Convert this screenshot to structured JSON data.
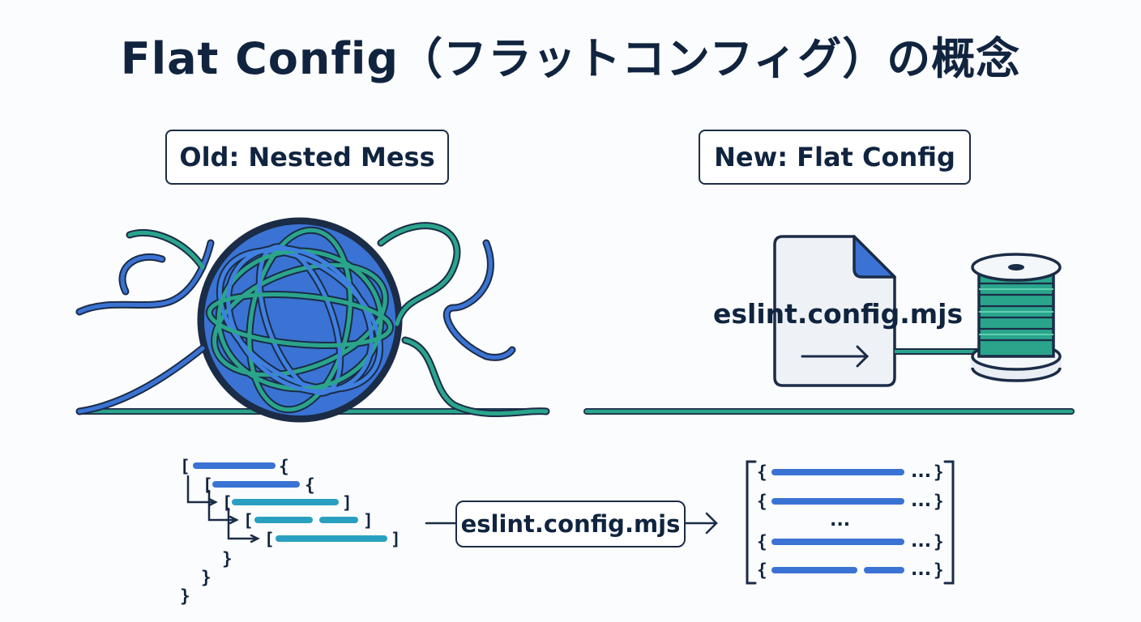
{
  "title": "Flat Config（フラットコンフィグ）の概念",
  "old_label": "Old: Nested Mess",
  "new_label": "New: Flat Config",
  "file_name": "eslint.config.mjs",
  "center_label": "eslint.config.mjs",
  "ellipsis": "...",
  "middle_ellipsis": "...",
  "colors": {
    "blue": "#3a73d4",
    "teal": "#2aa58c",
    "dark": "#10243f",
    "file_bg": "#eef2f7"
  },
  "icons": [
    "yarn-ball-icon",
    "file-icon",
    "spool-icon",
    "arrow-right-icon"
  ]
}
